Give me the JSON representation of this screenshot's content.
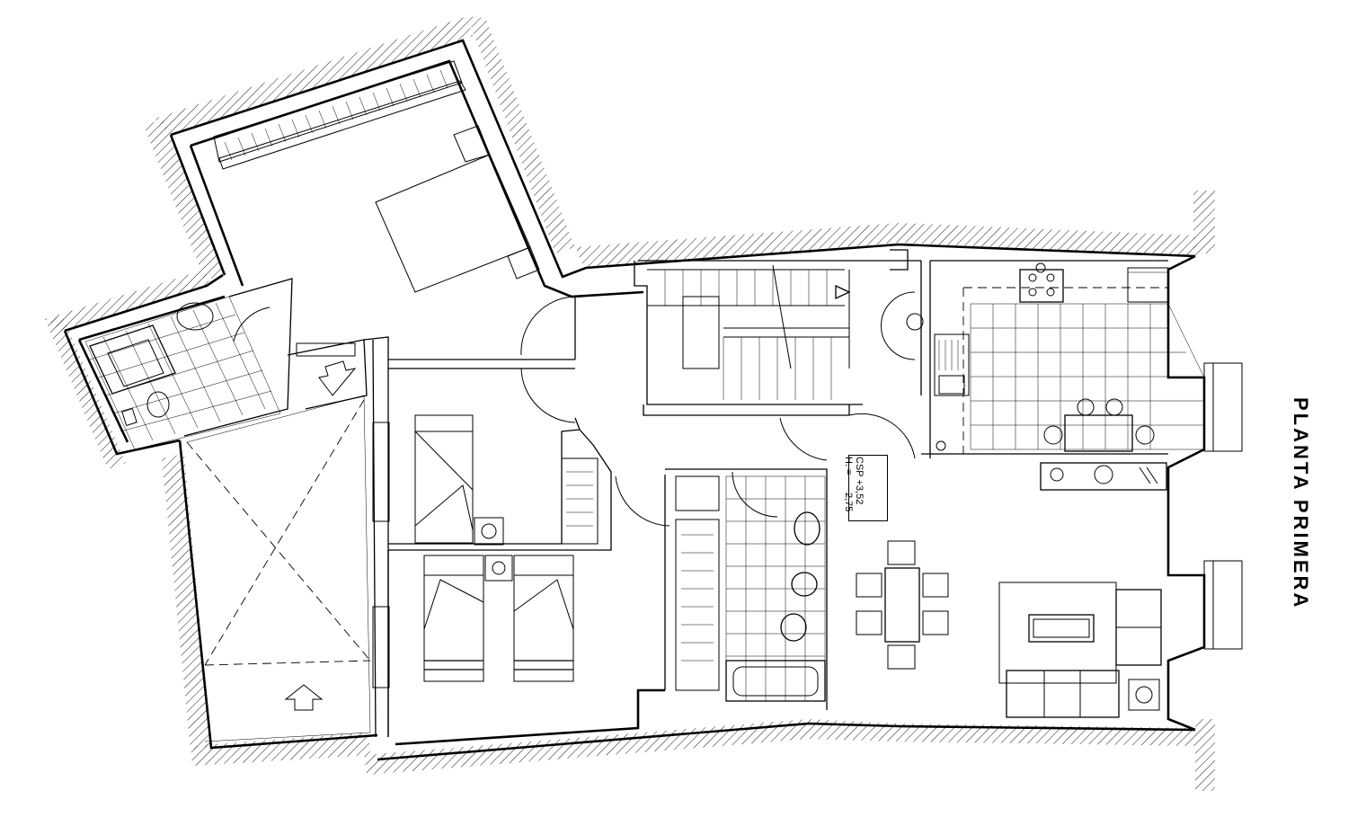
{
  "plan": {
    "title": "PLANTA PRIMERA",
    "level_label": "CSP +3,52",
    "height_label": "H. =",
    "height_value": "2,75"
  }
}
